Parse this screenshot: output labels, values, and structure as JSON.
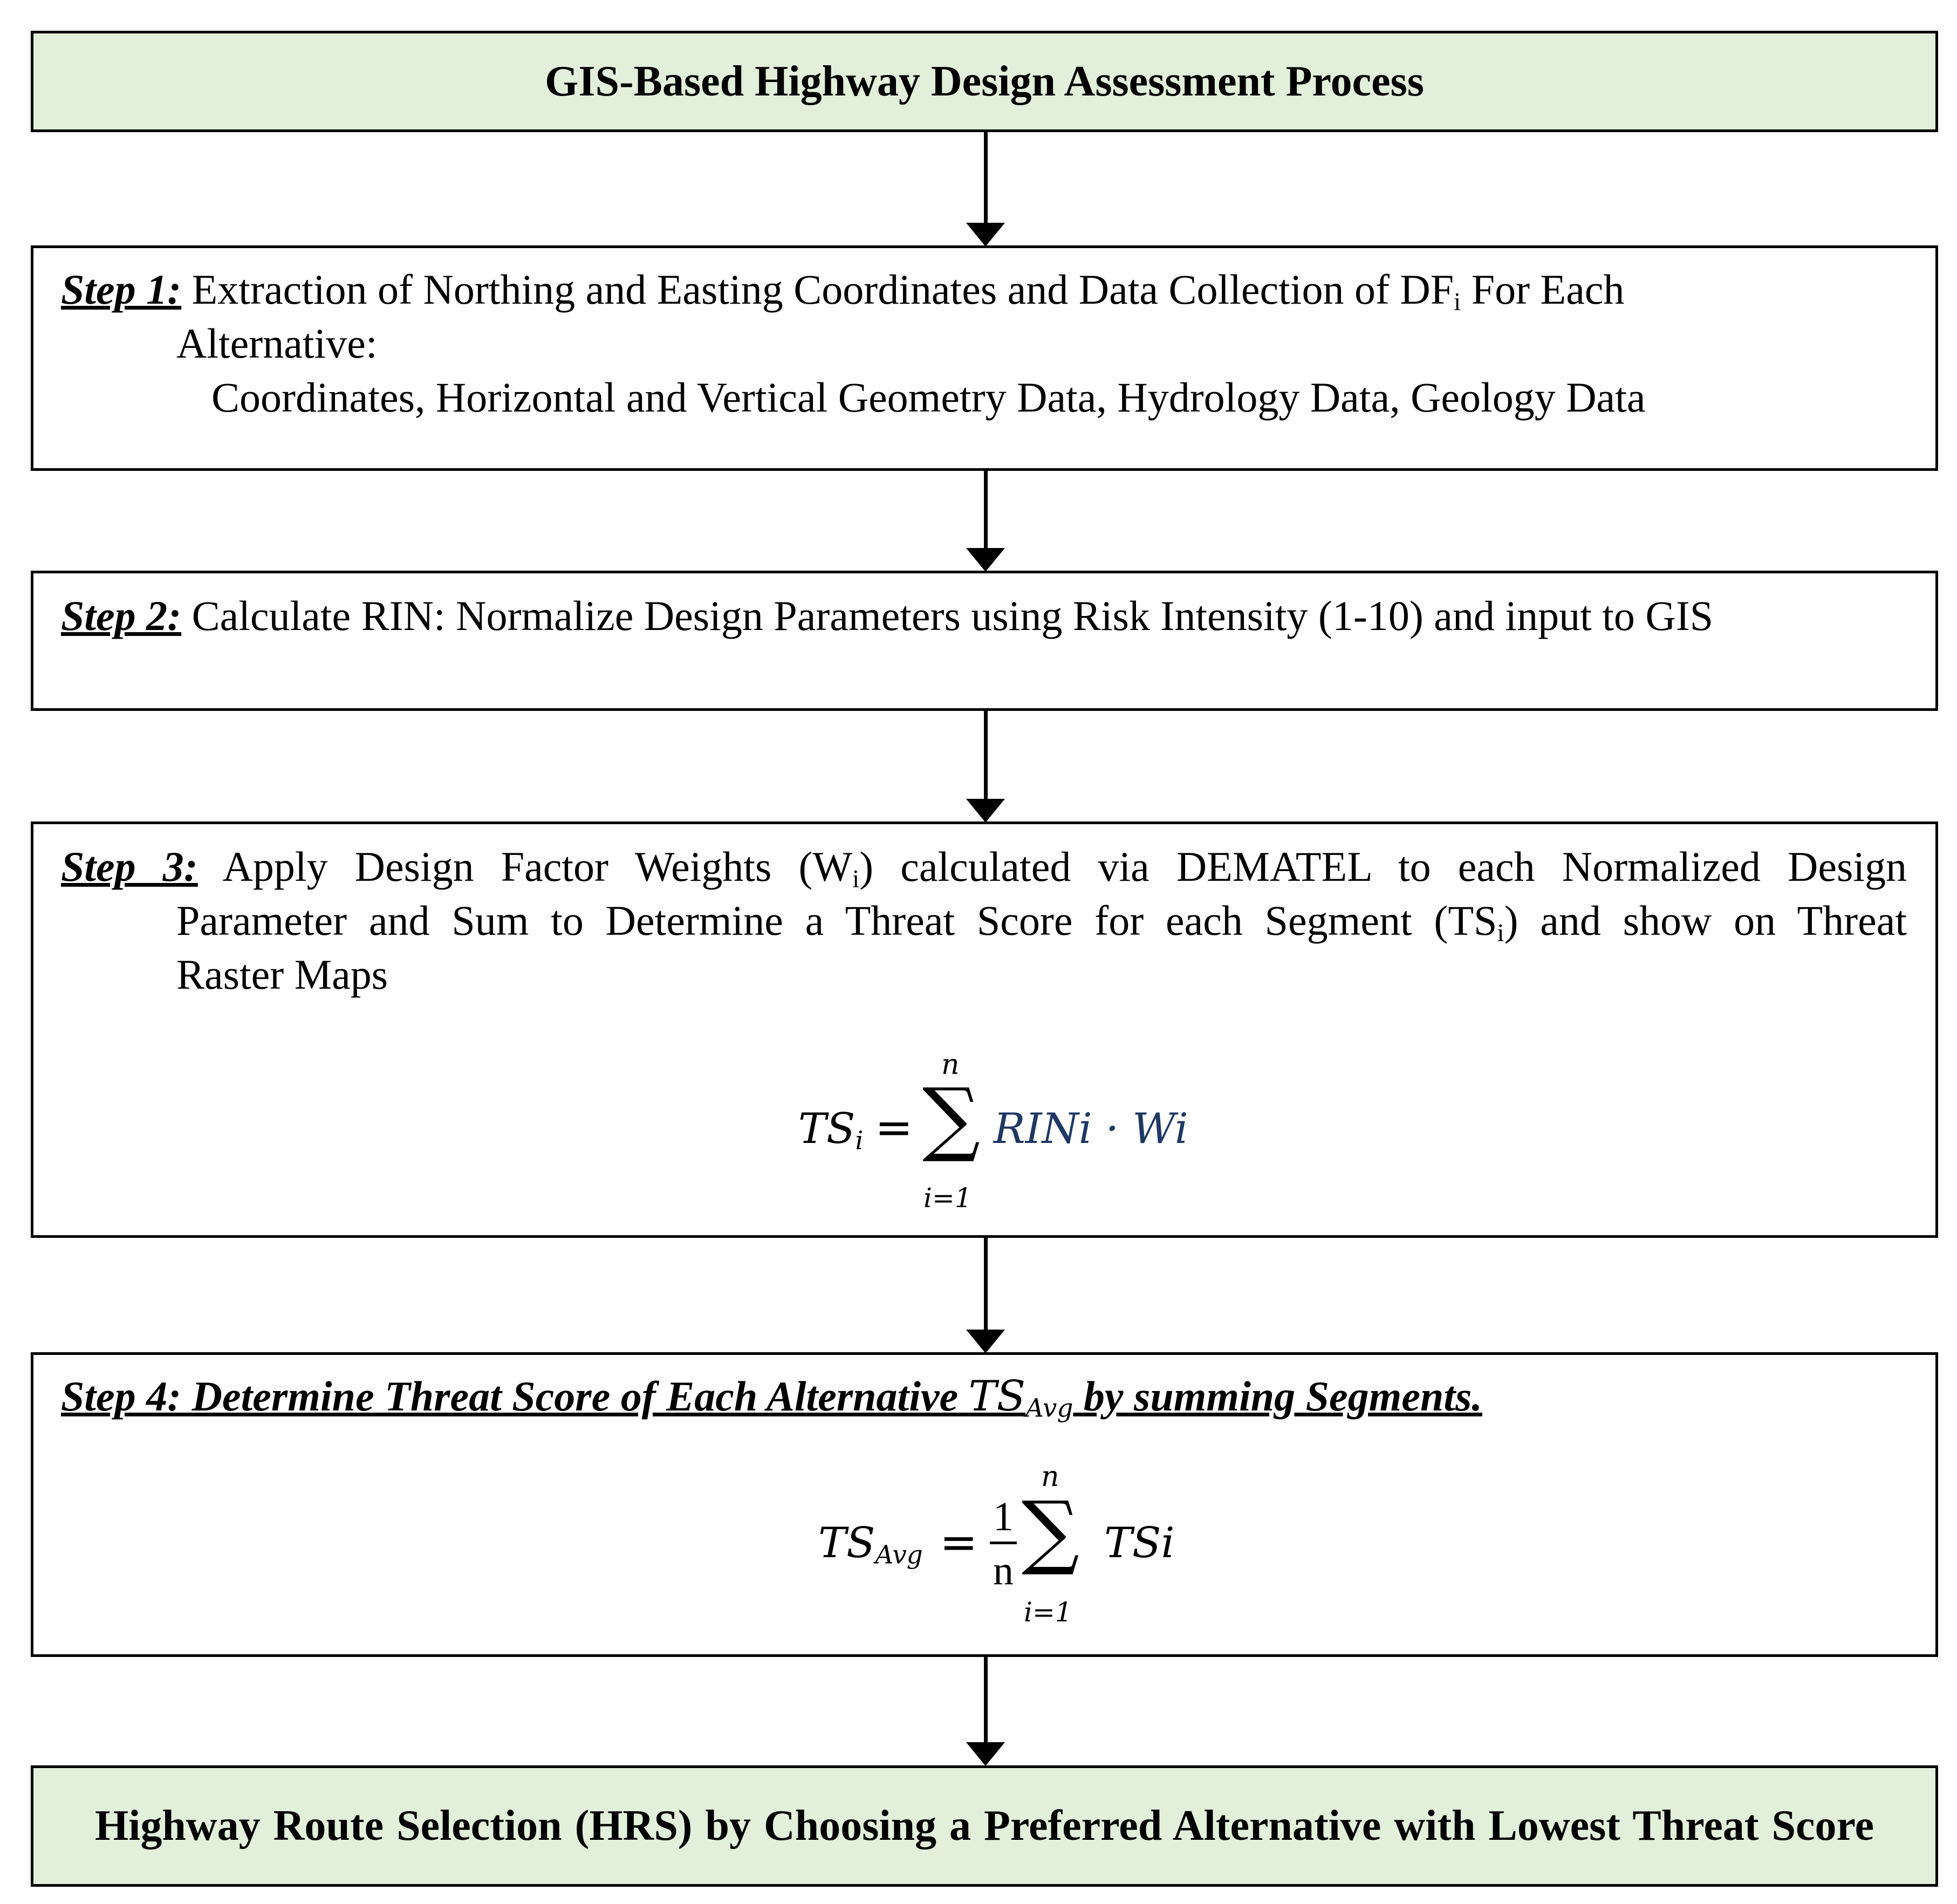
{
  "title": "GIS-Based Highway Design Assessment Process",
  "step1": {
    "label": "Step 1:",
    "line1": "Extraction of Northing and Easting Coordinates and Data Collection of DF",
    "line1_sub": "i",
    "line1_end": "For Each",
    "line2": "Alternative:",
    "line3": "Coordinates, Horizontal and Vertical  Geometry Data, Hydrology Data, Geology Data"
  },
  "step2": {
    "label": "Step 2:",
    "text": "Calculate RIN: Normalize  Design  Parameters using Risk Intensity (1-10)  and input to GIS"
  },
  "step3": {
    "label": "Step 3:",
    "line1a": "Apply  Design  Factor  Weights  (W",
    "line1_sub": "i",
    "line1b": ")  calculated  via  DEMATEL  to  each  Normalized  Design",
    "line2a": "Parameter and Sum to Determine a Threat Score for each Segment (TS",
    "line2_sub": "i",
    "line2b": ") and show on Threat",
    "line3": "Raster Maps",
    "formula": {
      "lhs": "TS",
      "lhs_sub": "i",
      "equals": "=",
      "sigma": "∑",
      "upper": "n",
      "lower": "i=1",
      "rhs": "RINi · Wi"
    }
  },
  "step4": {
    "label": "Step 4: Determine Threat Score of Each Alternative",
    "label_math": "TS",
    "label_sub": "Avg",
    "label_end": "by summing Segments.",
    "formula": {
      "lhs": "TS",
      "lhs_sub": "Avg",
      "equals": "=",
      "num": "1",
      "den": "n",
      "sigma": "∑",
      "upper": "n",
      "lower": "i=1",
      "rhs": "TSi"
    }
  },
  "result": "Highway Route Selection (HRS) by Choosing a Preferred Alternative with Lowest Threat Score",
  "colors": {
    "header_fill": "#e2efda",
    "border": "#000000",
    "formula_accent": "#1f3864"
  }
}
